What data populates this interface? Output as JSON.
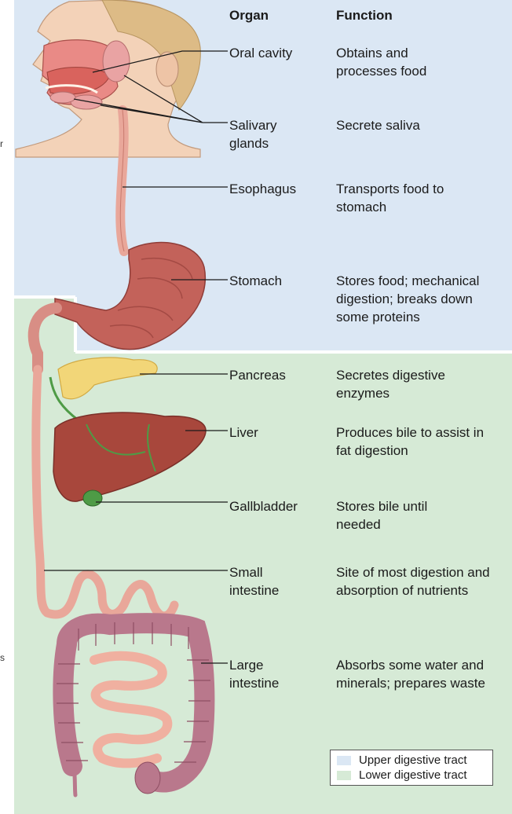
{
  "headers": {
    "organ": "Organ",
    "function": "Function"
  },
  "colors": {
    "upper": "#dbe7f4",
    "lower": "#d6ead6",
    "tract": "#e9a79a",
    "liver": "#a8473c",
    "pancreas": "#f2d678",
    "gallbladder": "#4e9b46",
    "intestine": "#b9788c",
    "line": "#1b1b1b"
  },
  "organs": [
    {
      "name": "Oral cavity",
      "function": "Obtains and processes food"
    },
    {
      "name": "Salivary glands",
      "function": "Secrete saliva"
    },
    {
      "name": "Esophagus",
      "function": "Transports food to stomach"
    },
    {
      "name": "Stomach",
      "function": "Stores food; mechanical digestion; breaks down some proteins"
    },
    {
      "name": "Pancreas",
      "function": "Secretes digestive enzymes"
    },
    {
      "name": "Liver",
      "function": "Produces bile to assist in fat digestion"
    },
    {
      "name": "Gallbladder",
      "function": "Stores bile until needed"
    },
    {
      "name": "Small intestine",
      "function": "Site of most digestion and absorption of nutrients"
    },
    {
      "name": "Large intestine",
      "function": "Absorbs some water and minerals; prepares waste"
    }
  ],
  "legend": {
    "upper": "Upper digestive tract",
    "lower": "Lower digestive tract"
  },
  "edge_marks": {
    "top": "r",
    "bottom": "s"
  }
}
